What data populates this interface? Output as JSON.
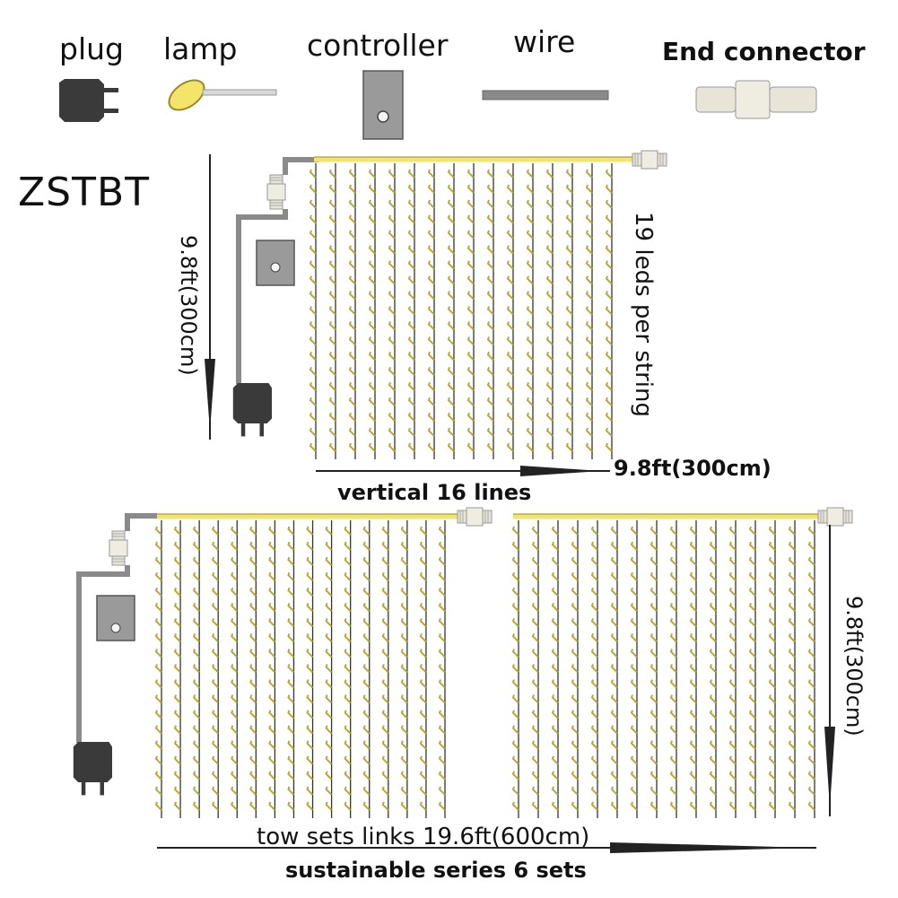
{
  "legend": {
    "plug": "plug",
    "lamp": "lamp",
    "controller": "controller",
    "wire": "wire",
    "end_connector": "End connector"
  },
  "brand": "ZSTBT",
  "single_set": {
    "height_label": "9.8ft(300cm)",
    "width_label": "9.8ft(300cm)",
    "leds_label": "19 leds  per string",
    "lines_label": "vertical  16  lines",
    "lines": 16,
    "leds_per_string": 19
  },
  "linked_sets": {
    "height_label": "9.8ft(300cm)",
    "link_label": "tow sets links 19.6ft(600cm)",
    "series_label": "sustainable  series  6  sets"
  },
  "colors": {
    "wire_gray": "#8a8a8a",
    "lamp_yellow": "#f4e46a",
    "lamp_outline": "#9a8a2a",
    "connector": "#e8e4d8",
    "dark": "#3a3a3a"
  }
}
